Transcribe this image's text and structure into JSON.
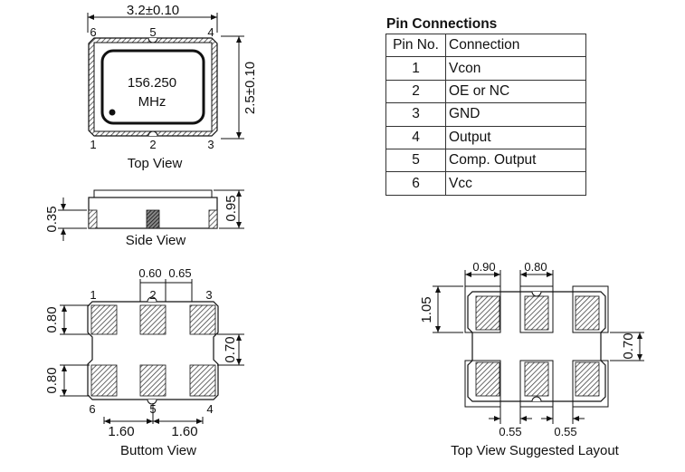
{
  "top_view": {
    "title": "Top View",
    "width_dim": "3.2±0.10",
    "height_dim": "2.5±0.10",
    "marking_line1": "156.250",
    "marking_line2": "MHz",
    "pins_top": [
      "6",
      "5",
      "4"
    ],
    "pins_bottom": [
      "1",
      "2",
      "3"
    ]
  },
  "side_view": {
    "title": "Side View",
    "dim_height": "0.95",
    "dim_pad": "0.35"
  },
  "bottom_view": {
    "title": "Buttom View",
    "pins_top": [
      "1",
      "2",
      "3"
    ],
    "pins_bottom": [
      "6",
      "5",
      "4"
    ],
    "dim_pad_width": "0.60",
    "dim_pad_gap": "0.65",
    "dim_pad_height_upper": "0.80",
    "dim_pad_height_lower": "0.80",
    "dim_row_gap": "0.70",
    "dim_pitch_left": "1.60",
    "dim_pitch_right": "1.60"
  },
  "layout_view": {
    "title": "Top View Suggested Layout",
    "dim_pad_width_left": "0.90",
    "dim_pad_width_center": "0.80",
    "dim_pad_height": "1.05",
    "dim_row_gap": "0.70",
    "dim_gap_left": "0.55",
    "dim_gap_right": "0.55"
  },
  "pin_table": {
    "title": "Pin Connections",
    "header_no": "Pin No.",
    "header_conn": "Connection",
    "rows": [
      {
        "no": "1",
        "conn": "Vcon"
      },
      {
        "no": "2",
        "conn": "OE or NC"
      },
      {
        "no": "3",
        "conn": "GND"
      },
      {
        "no": "4",
        "conn": "Output"
      },
      {
        "no": "5",
        "conn": "Comp. Output"
      },
      {
        "no": "6",
        "conn": "Vcc"
      }
    ]
  }
}
